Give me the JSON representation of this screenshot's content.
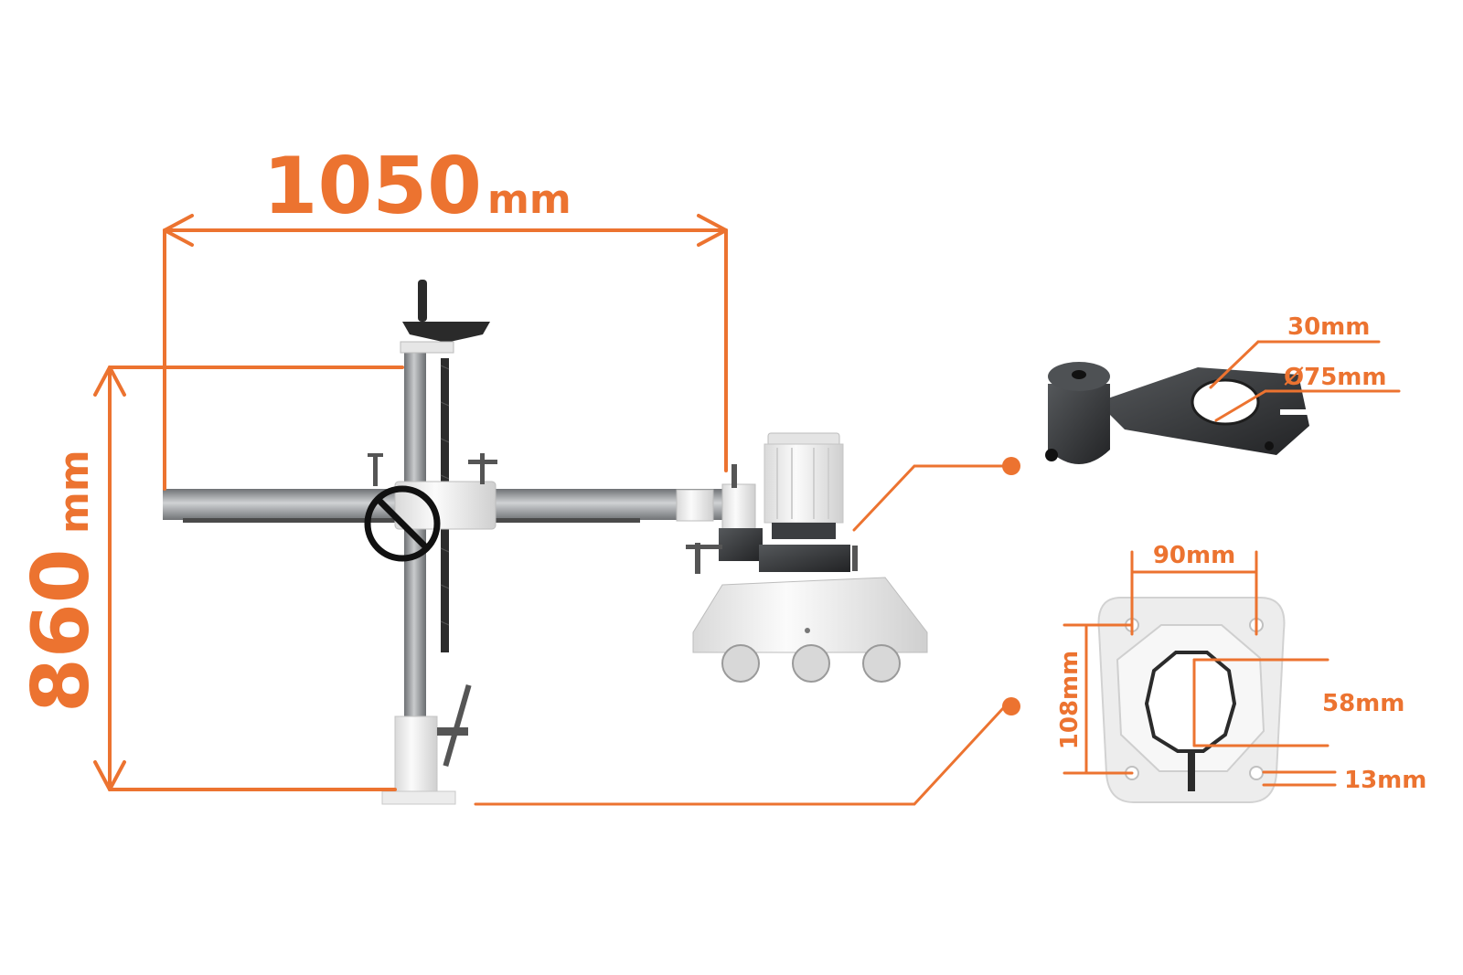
{
  "diagram": {
    "overall_width": {
      "value": "1050",
      "unit": "mm"
    },
    "overall_height": {
      "value": "860",
      "unit": "mm"
    },
    "clamp_detail": {
      "thickness": "30mm",
      "bore_diameter": "Ø75mm"
    },
    "base_detail": {
      "hole_spacing": "90mm",
      "height": "108mm",
      "column_bore": "58mm",
      "hole_size": "13mm"
    }
  },
  "colors": {
    "accent": "#ec7330",
    "steel": "#8c8f92",
    "white_part": "#f2f2f2",
    "dark_part": "#2e2f31"
  }
}
